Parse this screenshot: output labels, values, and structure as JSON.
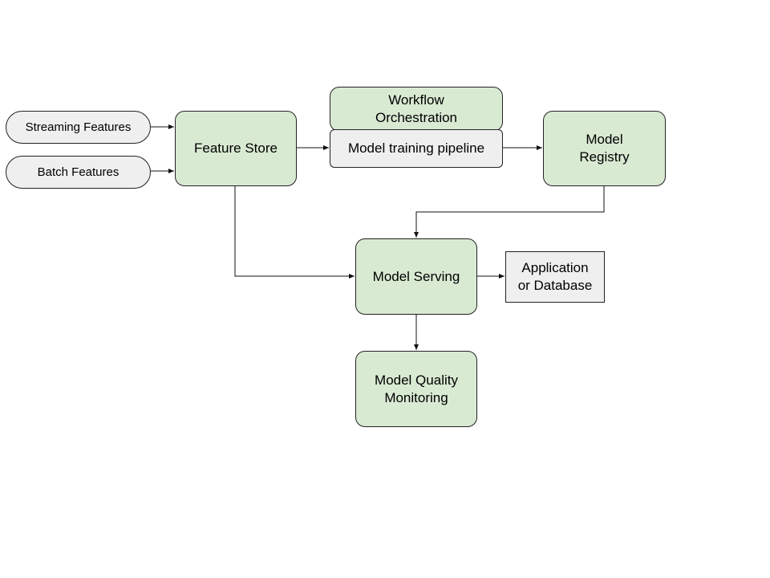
{
  "nodes": {
    "streaming_features": "Streaming Features",
    "batch_features": "Batch Features",
    "feature_store": "Feature Store",
    "workflow_orchestration": "Workflow\nOrchestration",
    "model_training_pipeline": "Model training pipeline",
    "model_registry": "Model\nRegistry",
    "model_serving": "Model Serving",
    "application_or_database": "Application\nor Database",
    "model_quality_monitoring": "Model Quality\nMonitoring"
  },
  "colors": {
    "green_fill": "#d9ead3",
    "grey_fill": "#efefef",
    "stroke": "#222222"
  }
}
